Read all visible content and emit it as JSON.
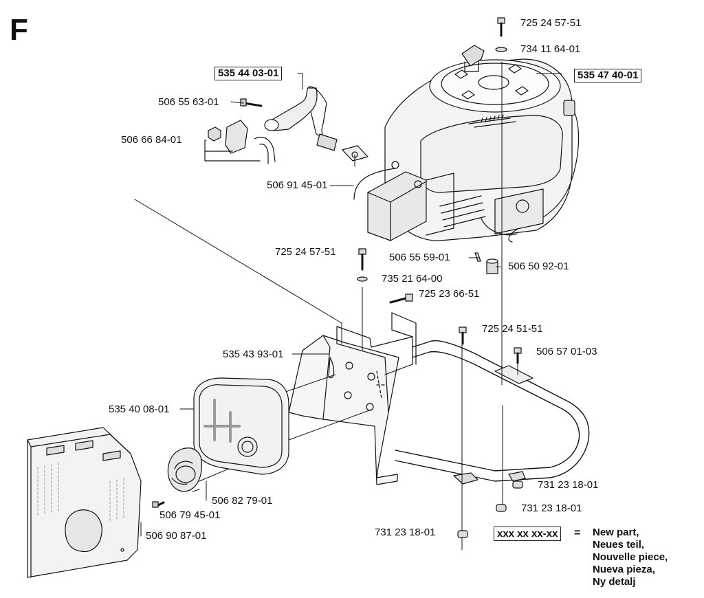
{
  "section": "F",
  "parts": {
    "p_725245751_top": "725 24 57-51",
    "p_734116401": "734 11 64-01",
    "p_535440301": "535 44 03-01",
    "p_535474001": "535 47 40-01",
    "p_506556301": "506 55 63-01",
    "p_506668401": "506 66 84-01",
    "p_506914501": "506 91 45-01",
    "p_725245751_mid": "725 24 57-51",
    "p_506555901": "506 55 59-01",
    "p_506509201": "506 50 92-01",
    "p_735216400": "735 21 64-00",
    "p_725236651": "725 23 66-51",
    "p_725245151": "725 24 51-51",
    "p_535439301": "535 43 93-01",
    "p_506570103": "506 57 01-03",
    "p_535400801": "535 40 08-01",
    "p_506827901": "506 82 79-01",
    "p_506794501": "506 79 45-01",
    "p_506908701": "506 90 87-01",
    "p_731231801_a": "731 23 18-01",
    "p_731231801_b": "731 23 18-01",
    "p_731231801_c": "731 23 18-01"
  },
  "legend": {
    "key": "xxx xx xx-xx",
    "equals": "=",
    "items": [
      "New part,",
      "Neues teil,",
      "Nouvelle piece,",
      "Nueva pieza,",
      "Ny detalj"
    ]
  }
}
